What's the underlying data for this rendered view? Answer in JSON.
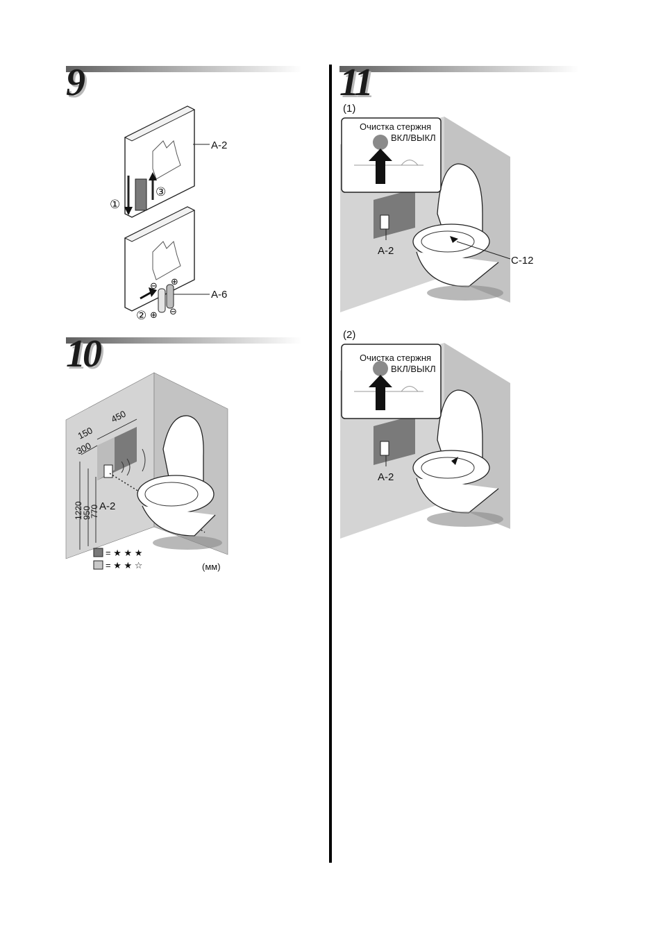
{
  "steps": [
    {
      "number": "9"
    },
    {
      "number": "10"
    },
    {
      "number": "11"
    }
  ],
  "step9": {
    "part_panel": "A-2",
    "part_batteries": "A-6",
    "step_markers": [
      "①",
      "②",
      "③"
    ],
    "polarity_plus": "⊕",
    "polarity_minus": "⊖"
  },
  "step10": {
    "part_panel": "A-2",
    "dimensions": [
      "150",
      "450",
      "300",
      "1220",
      "950",
      "770"
    ],
    "legend": [
      {
        "swatch_color": "#7a7a7a",
        "text": "= ★ ★ ★"
      },
      {
        "swatch_color": "#c8c8c8",
        "text": "= ★ ★ ☆"
      }
    ],
    "unit": "(мм)"
  },
  "step11": {
    "panels": [
      {
        "label": "(1)",
        "callout_title": "Очистка стержня",
        "callout_button": "ВКЛ/ВЫКЛ",
        "part_panel": "A-2",
        "part_nozzle": "C-12"
      },
      {
        "label": "(2)",
        "callout_title": "Очистка стержня",
        "callout_button": "ВКЛ/ВЫКЛ",
        "part_panel": "A-2"
      }
    ]
  },
  "colors": {
    "wall": "#d4d4d4",
    "panel_dark": "#7a7a7a",
    "panel_light": "#c8c8c8",
    "ink": "#111111"
  }
}
